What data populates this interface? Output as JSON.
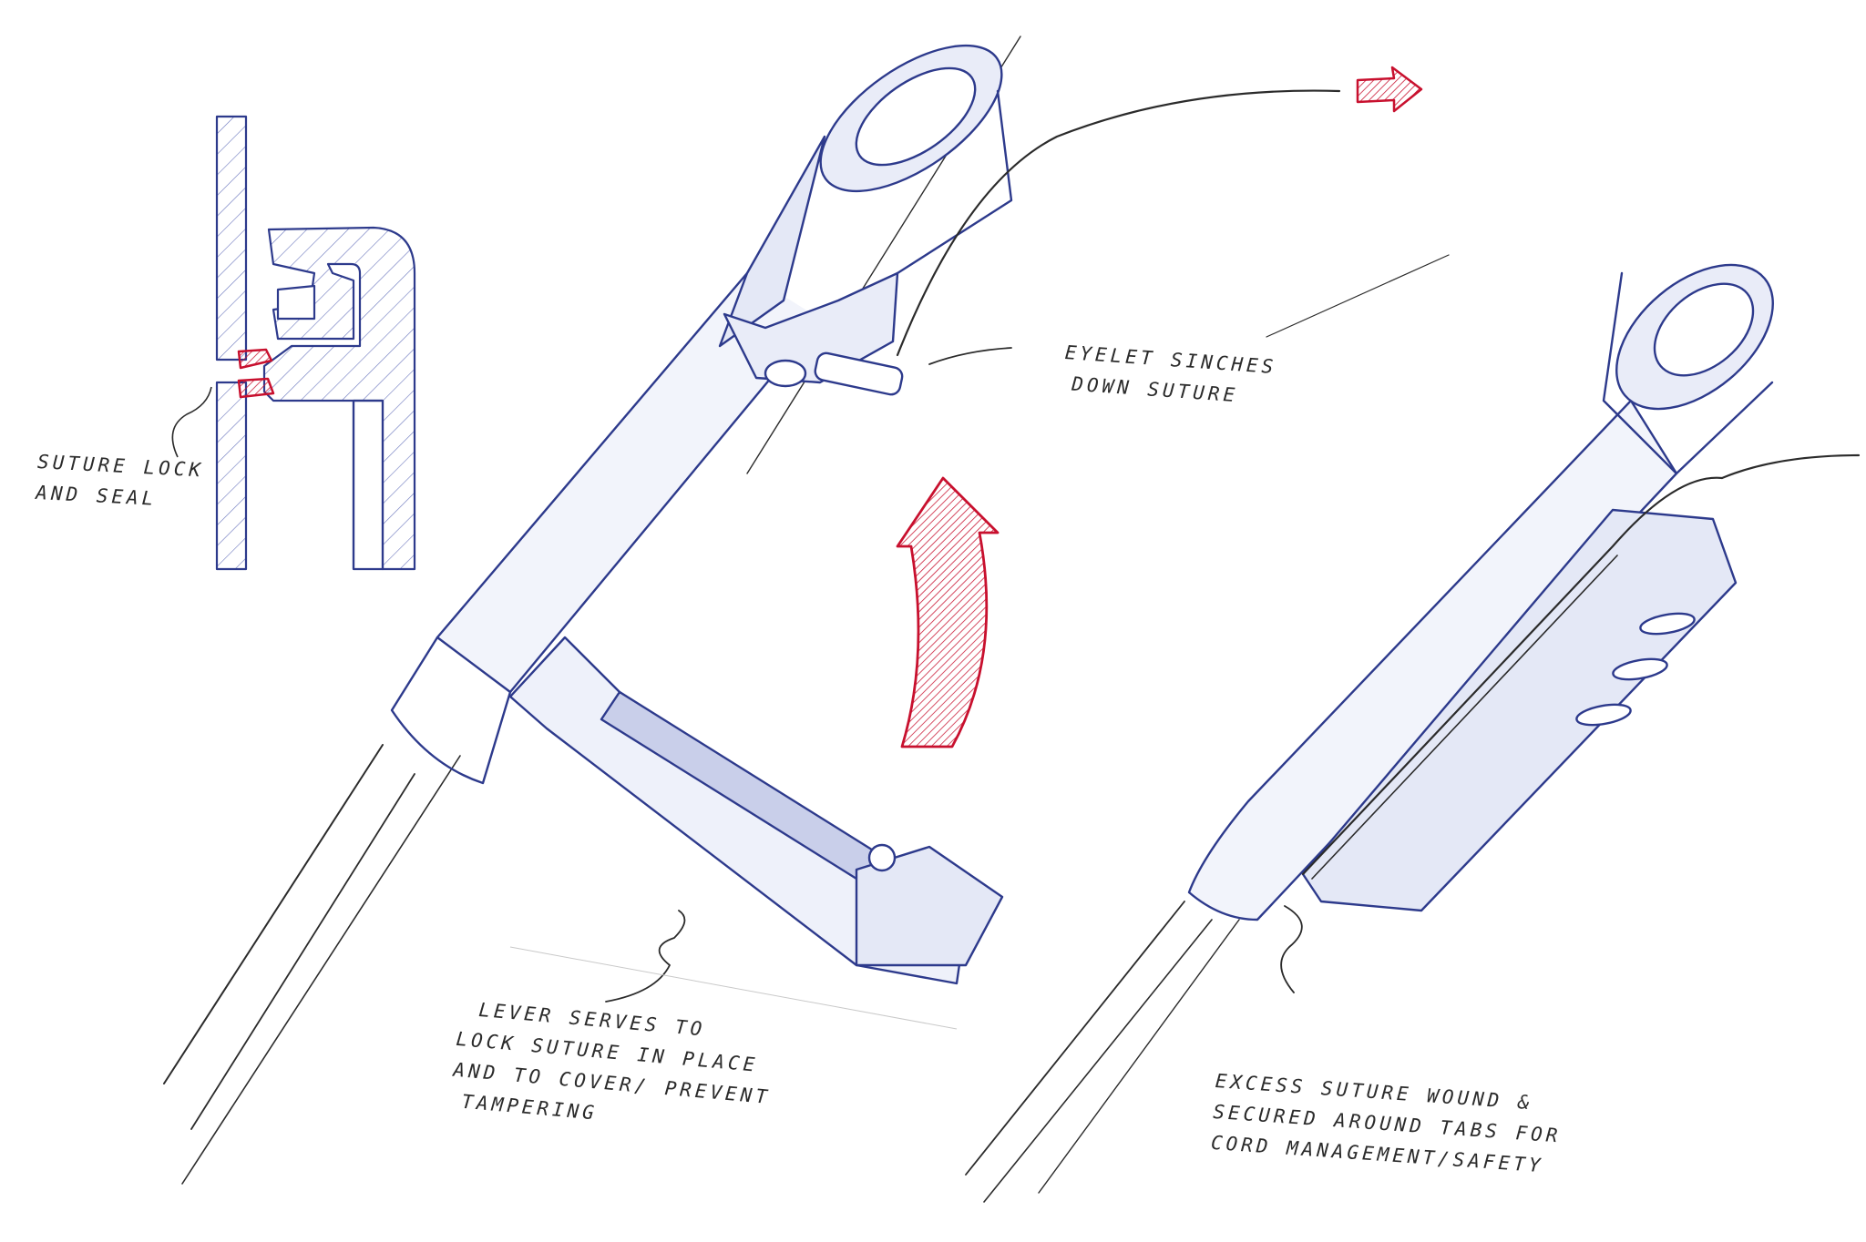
{
  "notes": {
    "suture_lock": [
      "SUTURE LOCK",
      "AND SEAL"
    ],
    "eyelet": [
      "EYELET SINCHES",
      "DOWN SUTURE"
    ],
    "lever": [
      "LEVER SERVES TO",
      "LOCK SUTURE IN PLACE",
      "AND TO COVER/ PREVENT",
      "TAMPERING"
    ],
    "excess": [
      "EXCESS SUTURE WOUND &",
      "SECURED AROUND TABS FOR",
      "CORD MANAGEMENT/SAFETY"
    ]
  },
  "colors": {
    "ink": "#2d3a8c",
    "ink_light": "#6a76bd",
    "pencil": "#2b2b2b",
    "accent": "#c8102e",
    "accent_light": "#f2a9b5"
  }
}
